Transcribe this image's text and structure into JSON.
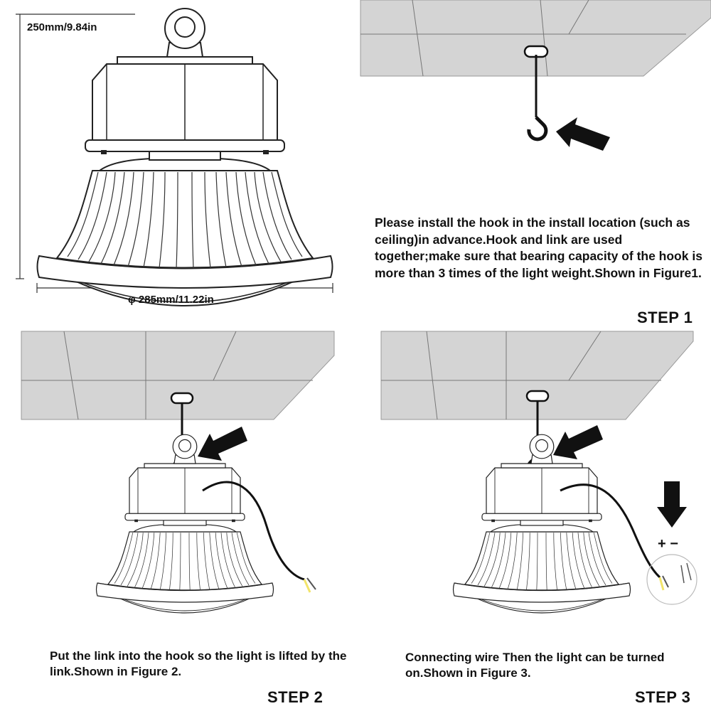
{
  "dimensions": {
    "height_label": "250mm/9.84in",
    "diameter_label": "φ 285mm/11.22in"
  },
  "step1": {
    "label": "STEP 1",
    "text": "Please install the hook in the install location (such as ceiling)in advance.Hook and link are used together;make sure that bearing capacity of the hook is more than 3 times of the light weight.Shown in Figure1."
  },
  "step2": {
    "label": "STEP 2",
    "text": "Put the link into the hook so the light is lifted by the link.Shown in Figure 2."
  },
  "step3": {
    "label": "STEP 3",
    "text": "Connecting wire Then the light can be turned on.Shown in Figure 3.",
    "polarity": "+ −"
  },
  "colors": {
    "ceiling": "#d4d4d4",
    "line": "#111111",
    "wire_tip": "#f2e46a"
  }
}
